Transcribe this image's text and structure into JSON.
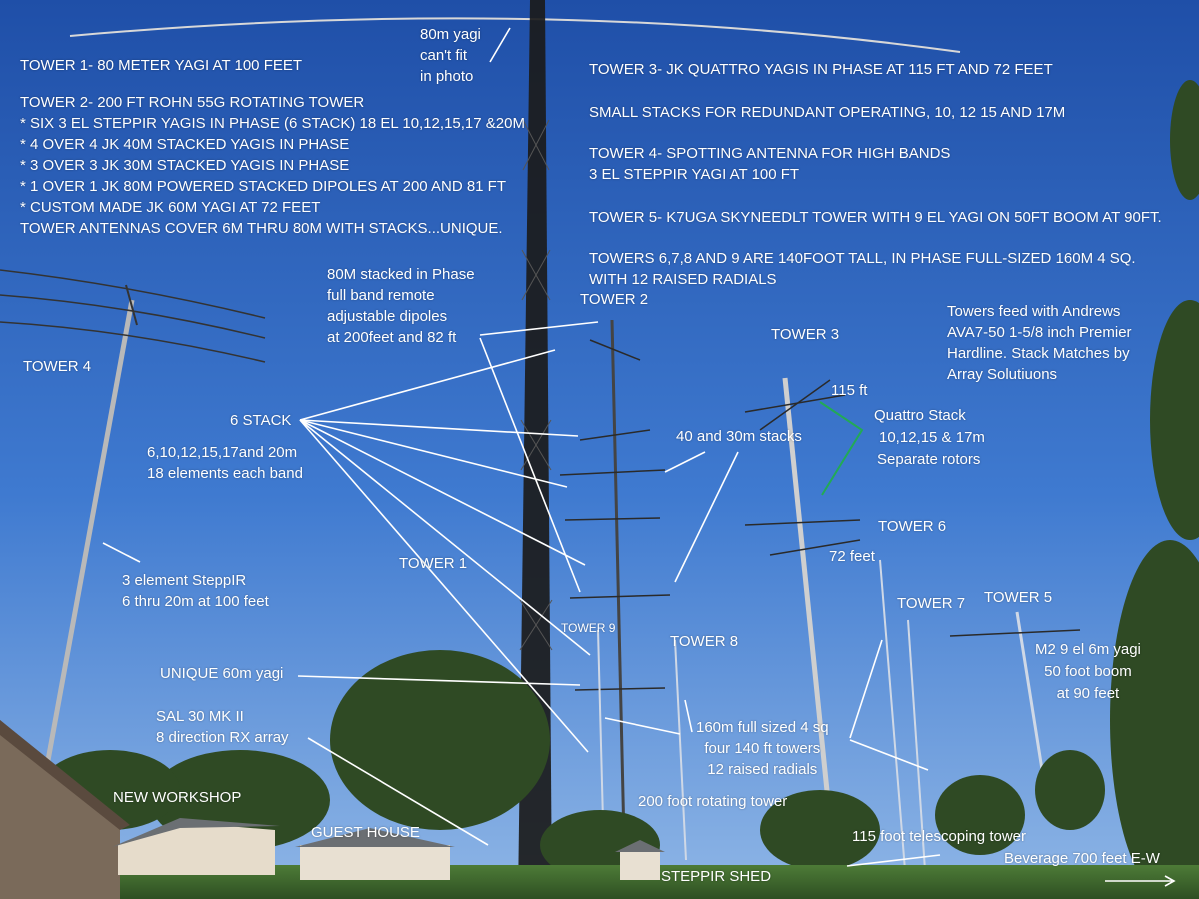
{
  "colors": {
    "sky_top": "#1f4fa8",
    "sky_mid": "#3f7ad0",
    "sky_horizon": "#8fb6e6",
    "grass": "#3f6a2e",
    "trees": "#2f4a24",
    "tower_dark": "#1b1b1b",
    "tower_light": "#c9c9c9",
    "annotation": "#ffffff",
    "quattro_bracket": "#22aa55"
  },
  "text": {
    "tower1_desc": "TOWER 1- 80 METER YAGI AT 100 FEET",
    "tower2_desc": [
      "TOWER 2- 200 FT ROHN 55G ROTATING TOWER",
      "* SIX 3 EL STEPPIR YAGIS IN PHASE (6 STACK) 18 EL 10,12,15,17 &20M",
      "* 4 OVER 4 JK 40M STACKED YAGIS IN PHASE",
      "* 3 OVER 3 JK 30M STACKED YAGIS IN PHASE",
      "* 1 OVER 1 JK 80M POWERED STACKED DIPOLES AT 200 AND 81 FT",
      "* CUSTOM MADE JK 60M YAGI AT 72 FEET",
      "TOWER ANTENNAS COVER 6M THRU 80M WITH STACKS...UNIQUE."
    ],
    "yagi_note": [
      "80m yagi",
      "can't fit",
      "in photo"
    ],
    "tower3_desc": "TOWER 3- JK QUATTRO YAGIS IN PHASE AT 115 FT AND 72 FEET",
    "small_stacks": "SMALL STACKS FOR REDUNDANT OPERATING, 10, 12 15 AND 17M",
    "tower4_desc": [
      "TOWER 4- SPOTTING ANTENNA FOR HIGH BANDS",
      "3 EL STEPPIR YAGI AT 100 FT"
    ],
    "tower5_desc": "TOWER 5- K7UGA SKYNEEDLT TOWER WITH 9 EL YAGI ON 50FT BOOM AT 90FT.",
    "towers_6789_desc": [
      "TOWERS 6,7,8 AND 9 ARE 140FOOT TALL, IN PHASE FULL-SIZED 160M 4 SQ.",
      "WITH 12 RAISED RADIALS"
    ],
    "feed_desc": [
      "Towers feed with Andrews",
      "AVA7-50 1-5/8 inch Premier",
      "Hardline. Stack Matches by",
      "Array Solutiuons"
    ],
    "dipoles_80m": [
      "80M stacked in Phase",
      "full band remote",
      "adjustable dipoles",
      "at 200feet and 82 ft"
    ],
    "tower_2": "TOWER 2",
    "tower_3": "TOWER 3",
    "tower_4": "TOWER 4",
    "six_stack": "6 STACK",
    "six_stack_bands": [
      "6,10,12,15,17and 20m",
      "18 elements each band"
    ],
    "ft_115": "115 ft",
    "quattro": [
      "Quattro Stack",
      "10,12,15 & 17m",
      "Separate rotors"
    ],
    "stacks_40_30": "40 and 30m stacks",
    "tower_6": "TOWER 6",
    "ft_72": "72 feet",
    "tower_1": "TOWER 1",
    "steppir_3el": [
      "3 element SteppIR",
      "6 thru 20m at 100 feet"
    ],
    "tower_9": "TOWER 9",
    "tower_7": "TOWER 7",
    "tower_5": "TOWER 5",
    "tower_8": "TOWER 8",
    "m2_yagi": [
      "M2 9 el 6m yagi",
      "50 foot boom",
      "at 90 feet"
    ],
    "unique_60m": "UNIQUE 60m yagi",
    "sal30": [
      "SAL 30 MK II",
      "8 direction RX array"
    ],
    "four_square": [
      "160m full sized 4 sq",
      "four 140 ft towers",
      "12 raised radials"
    ],
    "new_workshop": "NEW WORKSHOP",
    "rotating_tower": "200 foot rotating tower",
    "guest_house": "GUEST HOUSE",
    "telescoping": "115 foot telescoping tower",
    "beverage": "Beverage 700 feet E-W",
    "steppir_shed": "STEPPIR SHED"
  }
}
